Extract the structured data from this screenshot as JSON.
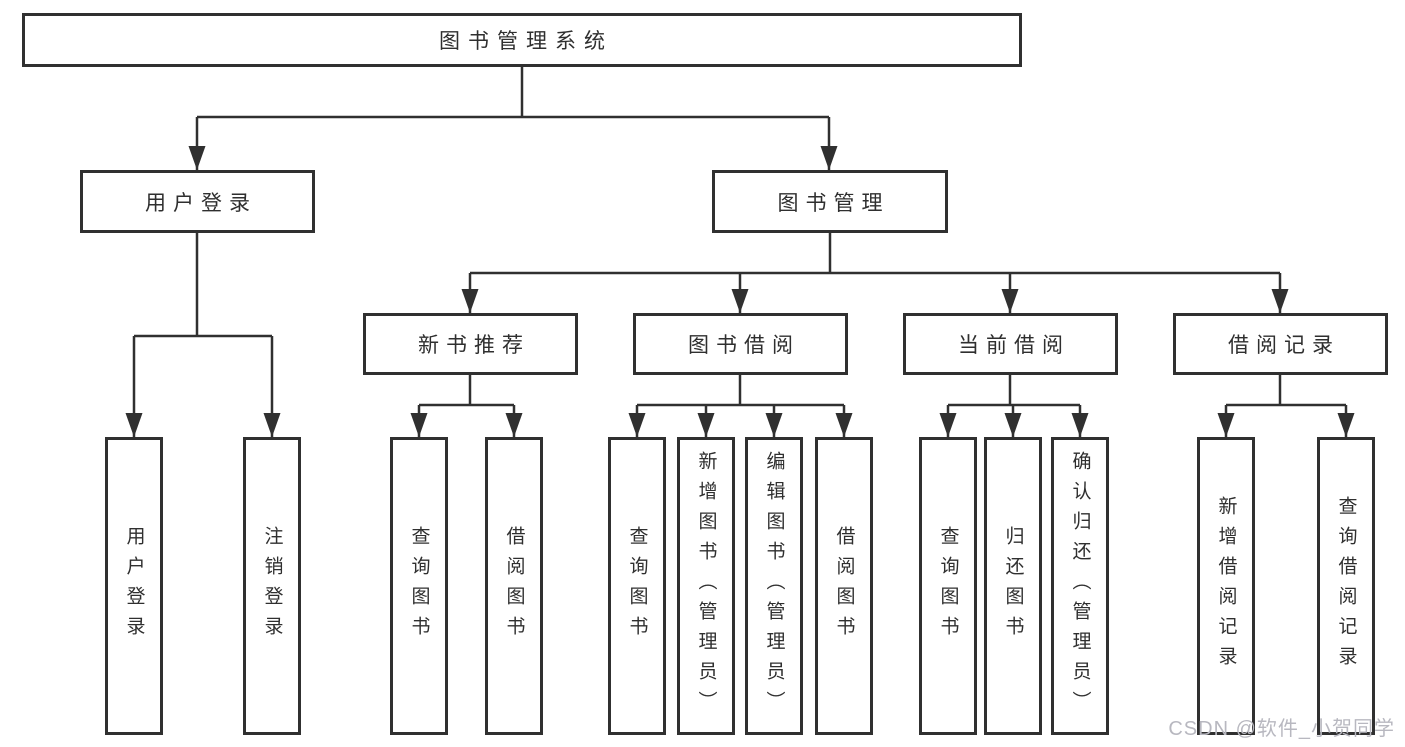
{
  "diagram": {
    "root": {
      "label": "图书管理系统"
    },
    "branches": [
      {
        "label": "用户登录",
        "children": [
          {
            "label": "用户登录"
          },
          {
            "label": "注销登录"
          }
        ]
      },
      {
        "label": "图书管理",
        "children": [
          {
            "label": "新书推荐",
            "children": [
              {
                "label": "查询图书"
              },
              {
                "label": "借阅图书"
              }
            ]
          },
          {
            "label": "图书借阅",
            "children": [
              {
                "label": "查询图书"
              },
              {
                "label": "新增图书（管理员）"
              },
              {
                "label": "编辑图书（管理员）"
              },
              {
                "label": "借阅图书"
              }
            ]
          },
          {
            "label": "当前借阅",
            "children": [
              {
                "label": "查询图书"
              },
              {
                "label": "归还图书"
              },
              {
                "label": "确认归还（管理员）"
              }
            ]
          },
          {
            "label": "借阅记录",
            "children": [
              {
                "label": "新增借阅记录"
              },
              {
                "label": "查询借阅记录"
              }
            ]
          }
        ]
      }
    ]
  },
  "watermark": {
    "text": "CSDN @软件_小贺同学"
  },
  "colors": {
    "line": "#303030",
    "box_border": "#303030",
    "text": "#2f2f2f",
    "background": "#ffffff",
    "watermark": "#b8b8c0"
  }
}
